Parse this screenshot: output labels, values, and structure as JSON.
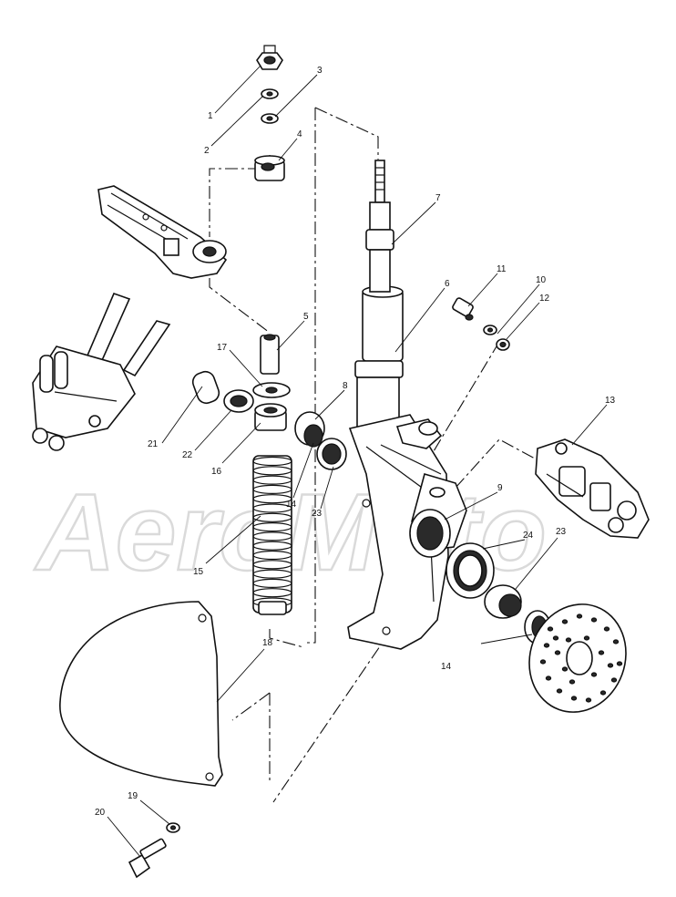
{
  "watermark": {
    "text": "AeroMoto"
  },
  "callouts": [
    {
      "id": "c1",
      "label": "1"
    },
    {
      "id": "c2",
      "label": "2"
    },
    {
      "id": "c3",
      "label": "3"
    },
    {
      "id": "c4",
      "label": "4"
    },
    {
      "id": "c5",
      "label": "5"
    },
    {
      "id": "c6",
      "label": "6"
    },
    {
      "id": "c7",
      "label": "7"
    },
    {
      "id": "c8",
      "label": "8"
    },
    {
      "id": "c9",
      "label": "9"
    },
    {
      "id": "c10",
      "label": "10"
    },
    {
      "id": "c11",
      "label": "11"
    },
    {
      "id": "c12",
      "label": "12"
    },
    {
      "id": "c13",
      "label": "13"
    },
    {
      "id": "c14a",
      "label": "14"
    },
    {
      "id": "c14b",
      "label": "14"
    },
    {
      "id": "c15",
      "label": "15"
    },
    {
      "id": "c16",
      "label": "16"
    },
    {
      "id": "c17",
      "label": "17"
    },
    {
      "id": "c18",
      "label": "18"
    },
    {
      "id": "c19",
      "label": "19"
    },
    {
      "id": "c20",
      "label": "20"
    },
    {
      "id": "c21",
      "label": "21"
    },
    {
      "id": "c22",
      "label": "22"
    },
    {
      "id": "c23a",
      "label": "23"
    },
    {
      "id": "c23b",
      "label": "23"
    },
    {
      "id": "c24",
      "label": "24"
    }
  ],
  "colors": {
    "line": "#111111",
    "background": "#ffffff",
    "watermark": "#d6d6d6"
  }
}
